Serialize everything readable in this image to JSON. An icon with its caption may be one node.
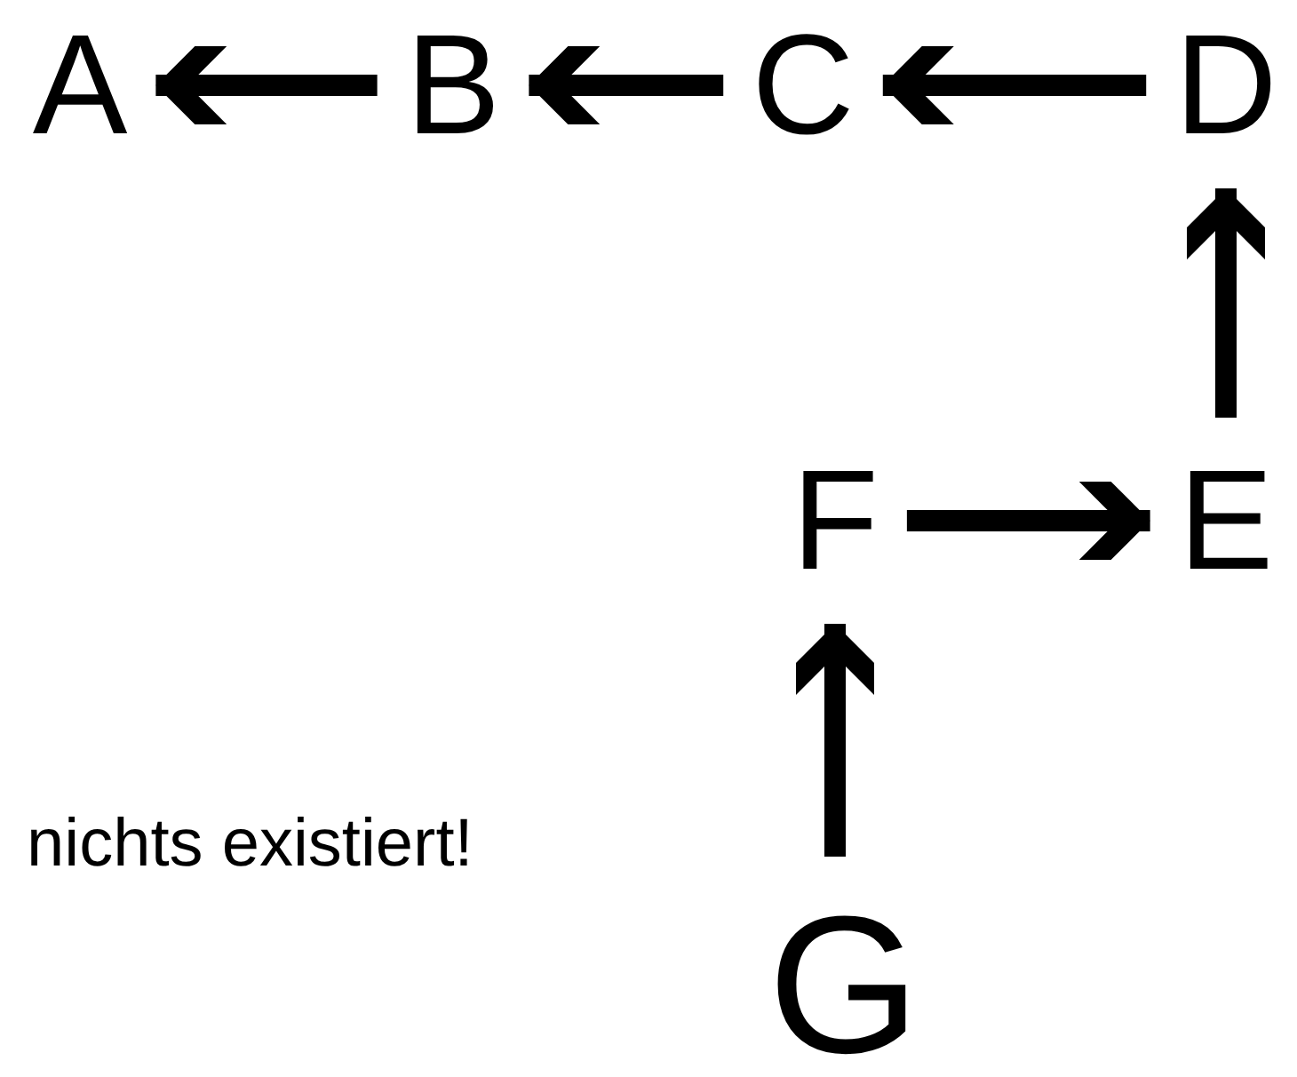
{
  "diagram": {
    "nodes": [
      {
        "text": [
          "A"
        ]
      },
      {
        "text": [
          "B"
        ]
      },
      {
        "text": [
          "C"
        ]
      },
      {
        "text": [
          "D"
        ]
      },
      {
        "text": [
          "E"
        ]
      },
      {
        "text": [
          "F"
        ]
      },
      {
        "text": [
          "G"
        ]
      }
    ],
    "edges": [
      {
        "from": 1,
        "to": 0,
        "arrow": "to"
      },
      {
        "from": 2,
        "to": 1,
        "arrow": "to"
      },
      {
        "from": 3,
        "to": 2,
        "arrow": "to"
      },
      {
        "from": 4,
        "to": 3,
        "arrow": "to"
      },
      {
        "from": 5,
        "to": 4,
        "arrow": "to"
      },
      {
        "from": 6,
        "to": 5,
        "arrow": "to"
      }
    ],
    "labels": [
      "nichts existiert!"
    ]
  }
}
